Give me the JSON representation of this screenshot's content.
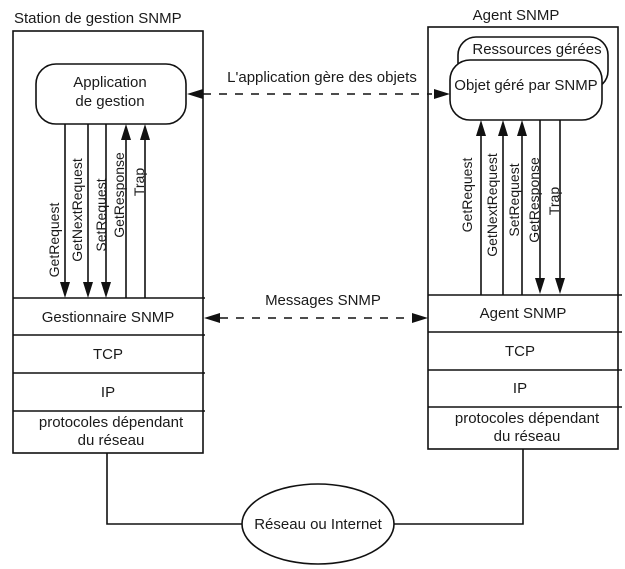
{
  "manager": {
    "title": "Station de gestion SNMP",
    "app_line1": "Application",
    "app_line2": "de gestion",
    "messages": [
      "GetRequest",
      "GetNextRequest",
      "SetRequest",
      "GetResponse",
      "Trap"
    ],
    "layers": {
      "snmp": "Gestionnaire SNMP",
      "tcp": "TCP",
      "ip": "IP",
      "net_line1": "protocoles dépendant",
      "net_line2": "du réseau"
    }
  },
  "agent": {
    "title": "Agent SNMP",
    "resources": "Ressources gérées",
    "object": "Objet géré par SNMP",
    "messages": [
      "GetRequest",
      "GetNextRequest",
      "SetRequest",
      "GetResponse",
      "Trap"
    ],
    "layers": {
      "snmp": "Agent SNMP",
      "tcp": "TCP",
      "ip": "IP",
      "net_line1": "protocoles dépendant",
      "net_line2": "du réseau"
    }
  },
  "links": {
    "app_link": "L'application gère des objets",
    "msg_link": "Messages SNMP"
  },
  "network": {
    "label": "Réseau ou Internet"
  }
}
